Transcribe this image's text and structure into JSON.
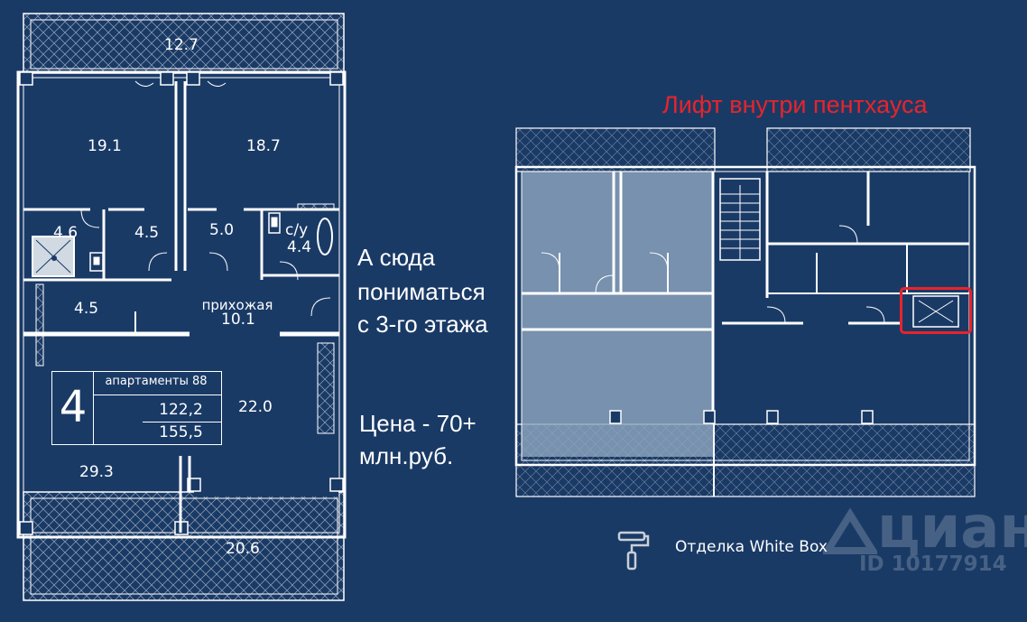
{
  "left_plan": {
    "rooms": {
      "balcony_top": "12.7",
      "room_a": "19.1",
      "room_b": "18.7",
      "bath_1": "4.6",
      "closet_1": "4.5",
      "closet_2": "5.0",
      "wc_label": "с/у",
      "wc_area": "4.4",
      "closet_3": "4.5",
      "hall_name": "прихожая",
      "hall_area": "10.1",
      "living": "22.0",
      "bedroom": "29.3",
      "balcony_bottom": "20.6"
    },
    "apartment": {
      "number": "4",
      "title": "апартаменты 88",
      "area_1": "122,2",
      "area_2": "155,5"
    }
  },
  "annotations": {
    "stairs_line1": "А сюда",
    "stairs_line2": "пониматься",
    "stairs_line3": "с 3-го этажа",
    "price_line1": "Цена - 70+",
    "price_line2": "млн.руб.",
    "lift_caption": "Лифт внутри пентхауса"
  },
  "legend": {
    "finish_label": "Отделка White Box"
  },
  "watermark": {
    "brand": "циан",
    "id_text": "ID 10177914"
  },
  "colors": {
    "background": "#1a3a66",
    "wall": "#ffffff",
    "highlight_area": "#8fa7c0",
    "lift_caption": "#e8242a",
    "lift_frame": "#e8242a",
    "balcony_hatch": "#ffffff"
  },
  "icons": [
    "paint-roller-icon",
    "shower-icon",
    "toilet-icon",
    "sink-icon",
    "cian-logo-icon",
    "elevator-icon"
  ]
}
